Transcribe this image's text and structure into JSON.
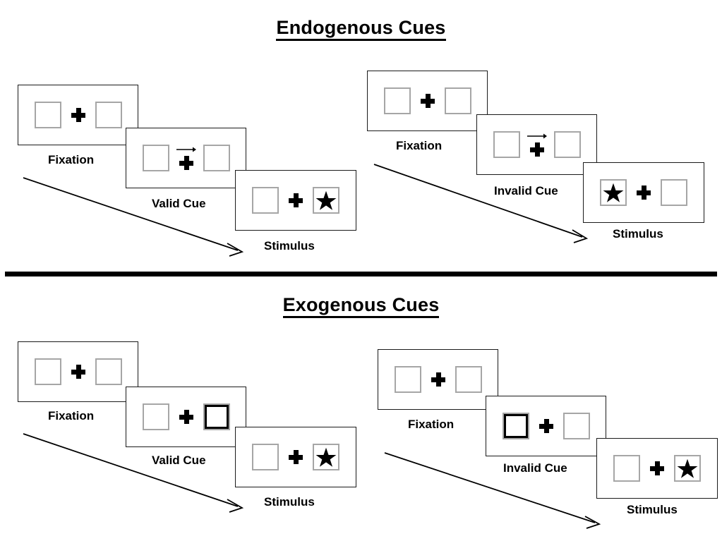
{
  "page": {
    "background": "#ffffff",
    "ink": "#000000",
    "box_border_color": "#a6a6a6",
    "frame_border_color": "#1a1a1a"
  },
  "sections": [
    {
      "id": "endogenous",
      "title": "Endogenous Cues",
      "panels": [
        {
          "id": "endogenous-valid",
          "cue_label": "Valid Cue",
          "cue_type": "arrow",
          "cue_direction": "right",
          "frames": [
            {
              "label": "Fixation",
              "left_box": "empty",
              "right_box": "empty",
              "center": "plus"
            },
            {
              "label": "Valid Cue",
              "left_box": "empty",
              "right_box": "empty",
              "center": "plus-with-arrow"
            },
            {
              "label": "Stimulus",
              "left_box": "empty",
              "right_box": "star",
              "center": "plus"
            }
          ]
        },
        {
          "id": "endogenous-invalid",
          "cue_label": "Invalid Cue",
          "cue_type": "arrow",
          "cue_direction": "right",
          "frames": [
            {
              "label": "Fixation",
              "left_box": "empty",
              "right_box": "empty",
              "center": "plus"
            },
            {
              "label": "Invalid Cue",
              "left_box": "empty",
              "right_box": "empty",
              "center": "plus-with-arrow"
            },
            {
              "label": "Stimulus",
              "left_box": "star",
              "right_box": "empty",
              "center": "plus"
            }
          ]
        }
      ]
    },
    {
      "id": "exogenous",
      "title": "Exogenous Cues",
      "panels": [
        {
          "id": "exogenous-valid",
          "cue_label": "Valid Cue",
          "cue_type": "box-highlight",
          "cue_direction": "right",
          "frames": [
            {
              "label": "Fixation",
              "left_box": "empty",
              "right_box": "empty",
              "center": "plus"
            },
            {
              "label": "Valid Cue",
              "left_box": "empty",
              "right_box": "cued",
              "center": "plus"
            },
            {
              "label": "Stimulus",
              "left_box": "empty",
              "right_box": "star",
              "center": "plus"
            }
          ]
        },
        {
          "id": "exogenous-invalid",
          "cue_label": "Invalid Cue",
          "cue_type": "box-highlight",
          "cue_direction": "left",
          "frames": [
            {
              "label": "Fixation",
              "left_box": "empty",
              "right_box": "empty",
              "center": "plus"
            },
            {
              "label": "Invalid Cue",
              "left_box": "cued",
              "right_box": "empty",
              "center": "plus"
            },
            {
              "label": "Stimulus",
              "left_box": "empty",
              "right_box": "star",
              "center": "plus"
            }
          ]
        }
      ]
    }
  ],
  "labels": {
    "fixation": "Fixation",
    "valid_cue": "Valid Cue",
    "invalid_cue": "Invalid Cue",
    "stimulus": "Stimulus"
  }
}
